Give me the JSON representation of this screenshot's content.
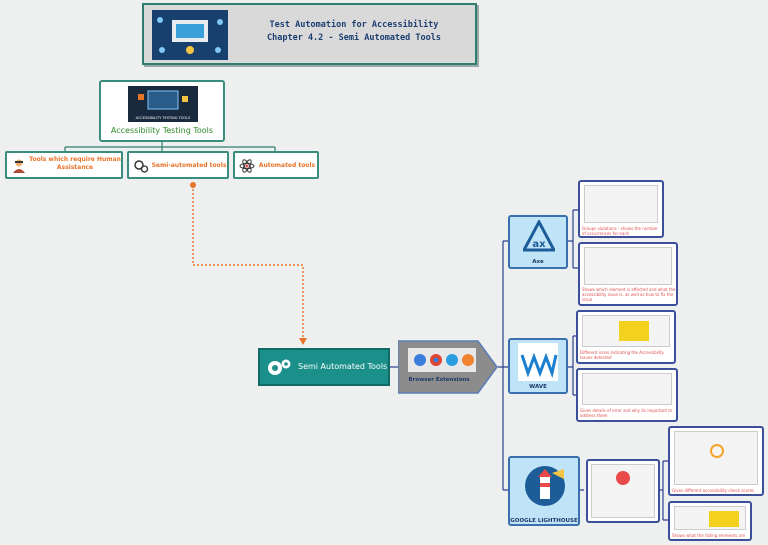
{
  "header": {
    "line1": "Test Automation for Accessibility",
    "line2": "Chapter 4.2 - Semi Automated Tools"
  },
  "root": {
    "image_caption": "ACCESSIBILITY TESTING TOOLS",
    "label": "Accessibility Testing Tools"
  },
  "categories": [
    {
      "label": "Tools which require Human Assistance"
    },
    {
      "label": "Semi-automated tools"
    },
    {
      "label": "Automated tools"
    }
  ],
  "hub": {
    "label": "Semi Automated Tools"
  },
  "browser": {
    "label": "Browser Extensions"
  },
  "tools": [
    {
      "name": "Axe",
      "captions": [
        "Groups violations - shows the number of occurrences for each",
        "Shows which element is affected and what the accessibility issue is, as well as how to fix the issue"
      ]
    },
    {
      "name": "WAVE",
      "captions": [
        "Different icons indicating the Accessibility Issues detected",
        "Gives details of error and why its important to address them"
      ]
    },
    {
      "name": "GOOGLE LIGHTHOUSE",
      "captions": [
        "",
        "Gives different accessibility check scores",
        "Shows what the failing elements are"
      ]
    }
  ],
  "colors": {
    "accent": "#1b8f8a",
    "orange": "#e8742a",
    "toolBlue": "#bfe3f7"
  }
}
